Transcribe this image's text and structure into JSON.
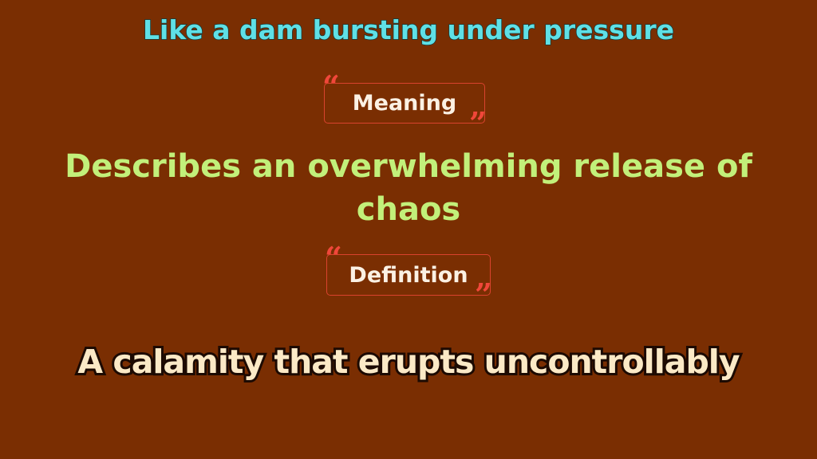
{
  "title": "Like a dam bursting under pressure",
  "meaning": {
    "label": "Meaning",
    "text_line1": "Describes an overwhelming release of",
    "text_line2": "chaos"
  },
  "definition": {
    "label": "Definition",
    "text": "A calamity that erupts uncontrollably"
  },
  "icons": {
    "open_quote": "“",
    "close_quote": "”"
  },
  "colors": {
    "background": "#7a2e02",
    "title": "#5fe0e6",
    "meaning_text": "#c2f07a",
    "definition_text": "#fbe9c6",
    "label_border": "#d9432e",
    "quote_marks": "#f0473a"
  }
}
